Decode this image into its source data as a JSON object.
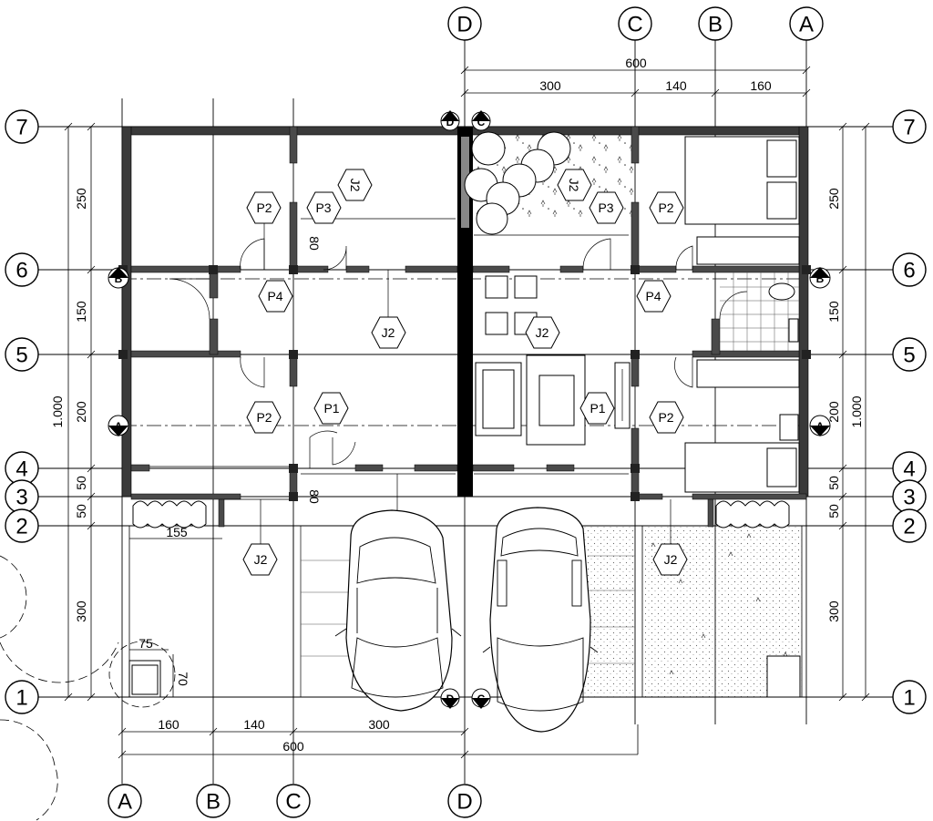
{
  "grid": {
    "columns_top": [
      "D",
      "C",
      "B",
      "A"
    ],
    "columns_bottom": [
      "A",
      "B",
      "C",
      "D"
    ],
    "rows_left": [
      "7",
      "6",
      "5",
      "4",
      "3",
      "2",
      "1"
    ],
    "rows_right": [
      "7",
      "6",
      "5",
      "4",
      "3",
      "2",
      "1"
    ]
  },
  "dimensions": {
    "top_total": "600",
    "top_segments": [
      "300",
      "140",
      "160"
    ],
    "bottom_total": "600",
    "bottom_segments": [
      "160",
      "140",
      "300"
    ],
    "left_total": "1.000",
    "left_segments": [
      "250",
      "150",
      "200",
      "50",
      "50",
      "300"
    ],
    "right_total": "1.000",
    "right_segments": [
      "250",
      "150",
      "200",
      "50",
      "50",
      "300"
    ],
    "local": [
      "80",
      "80",
      "155",
      "75",
      "70"
    ]
  },
  "tags": [
    "J2",
    "P2",
    "P3",
    "J2",
    "P3",
    "P2",
    "P4",
    "J2",
    "J2",
    "P4",
    "P2",
    "P1",
    "P1",
    "P2",
    "J2",
    "J2"
  ],
  "section_marks": [
    "D",
    "C",
    "B",
    "B",
    "A",
    "A",
    "D",
    "C"
  ]
}
